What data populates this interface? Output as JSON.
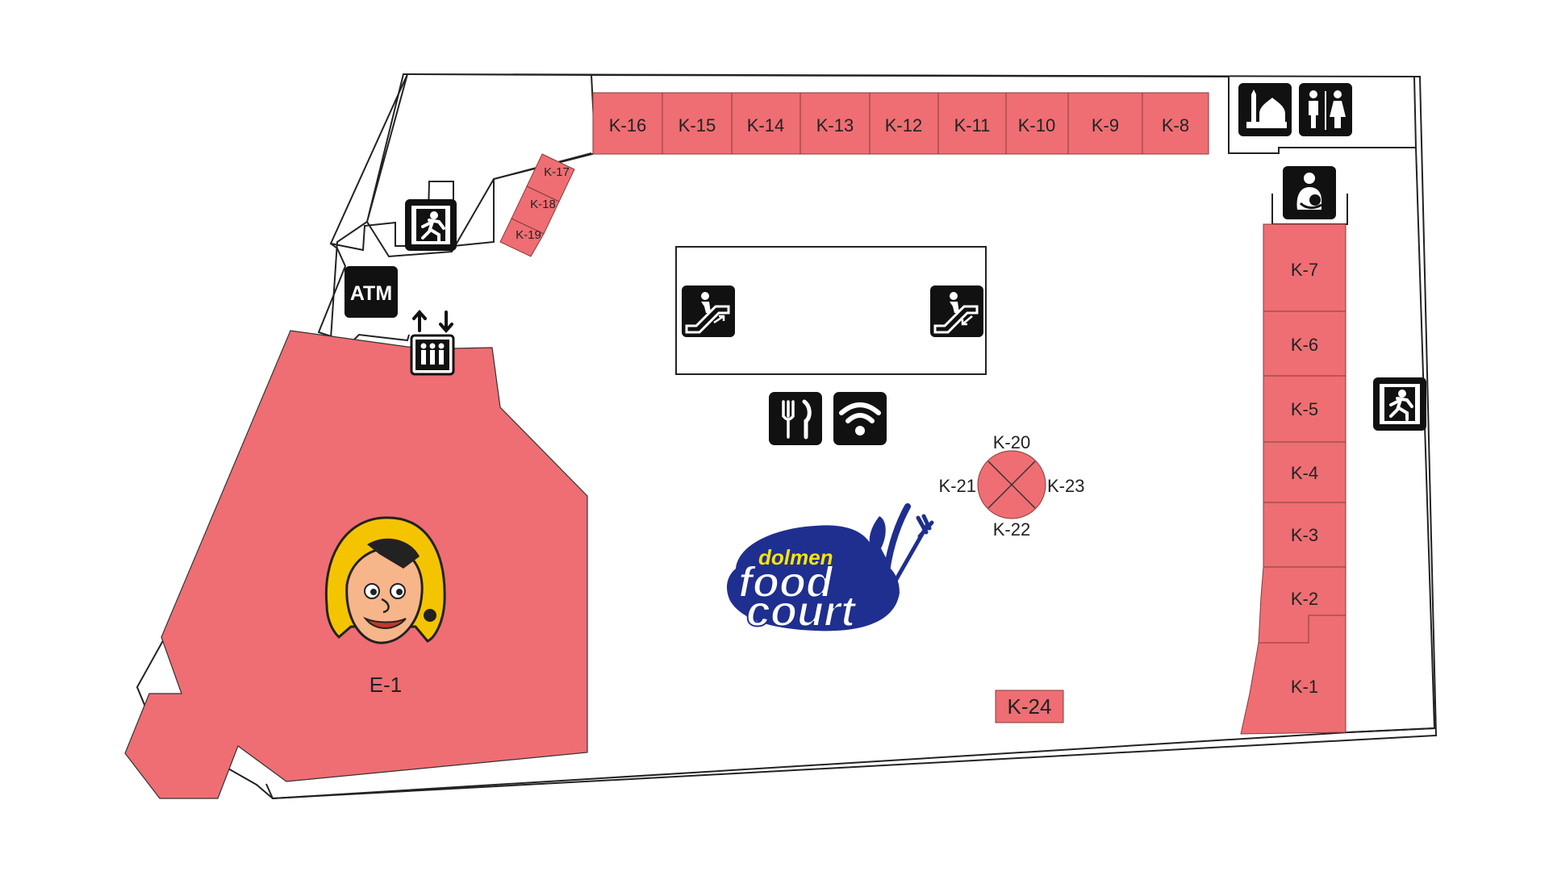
{
  "colors": {
    "unit": "#ee6e73",
    "unit_stroke": "#8a3a3a",
    "outline": "#222222",
    "icon_bg": "#111111",
    "logo_blue": "#1f2f8f",
    "logo_yellow": "#ffe400"
  },
  "units": {
    "k1": "K-1",
    "k2": "K-2",
    "k3": "K-3",
    "k4": "K-4",
    "k5": "K-5",
    "k6": "K-6",
    "k7": "K-7",
    "k8": "K-8",
    "k9": "K-9",
    "k10": "K-10",
    "k11": "K-11",
    "k12": "K-12",
    "k13": "K-13",
    "k14": "K-14",
    "k15": "K-15",
    "k16": "K-16",
    "k17": "K-17",
    "k18": "K-18",
    "k19": "K-19",
    "k20": "K-20",
    "k21": "K-21",
    "k22": "K-22",
    "k23": "K-23",
    "k24": "K-24",
    "e1": "E-1"
  },
  "icons": {
    "atm": "ATM",
    "atm_name": "atm-icon",
    "exit_name": "emergency-exit-icon",
    "lift_name": "elevator-icon",
    "escalator_up_name": "escalator-up-icon",
    "escalator_down_name": "escalator-down-icon",
    "restaurant_name": "fork-knife-icon",
    "wifi_name": "wifi-icon",
    "prayer_name": "mosque-icon",
    "restroom_name": "restroom-icon",
    "baby_care_name": "baby-care-icon"
  },
  "logo": {
    "line1": "dolmen",
    "line2": "food",
    "line3": "court"
  }
}
